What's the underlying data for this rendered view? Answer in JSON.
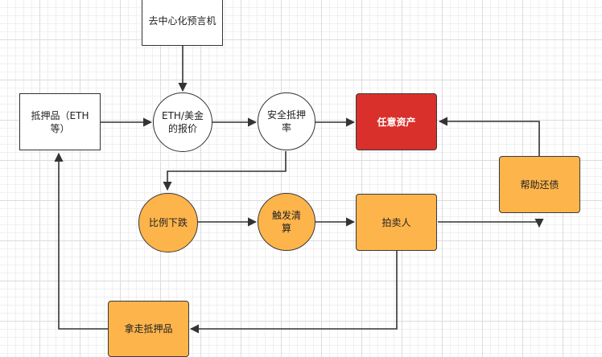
{
  "nodes": {
    "oracle": "去中心化预言机",
    "collateral": "抵押品（ETH等）",
    "price": "ETH/美金的报价",
    "ratio": "安全抵押率",
    "asset": "任意资产",
    "drop": "比例下跌",
    "liquidation": "触发清算",
    "auctioneer": "拍卖人",
    "repay": "帮助还债",
    "take": "拿走抵押品"
  },
  "colors": {
    "line": "#333333",
    "orange": "#fdb44b",
    "red": "#d9302c",
    "grid": "#dcdcdc"
  }
}
